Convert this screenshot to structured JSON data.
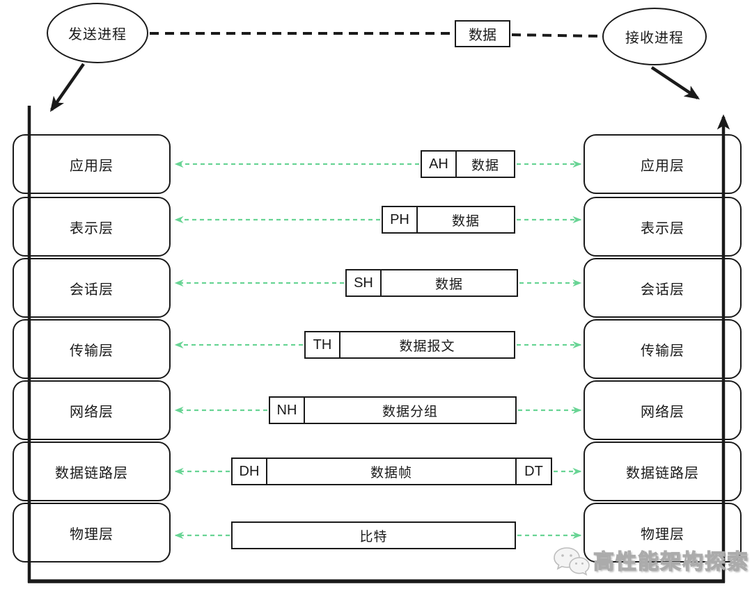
{
  "top": {
    "sender": "发送进程",
    "receiver": "接收进程",
    "data_box": "数据"
  },
  "layers_left": [
    "应用层",
    "表示层",
    "会话层",
    "传输层",
    "网络层",
    "数据链路层",
    "物理层"
  ],
  "layers_right": [
    "应用层",
    "表示层",
    "会话层",
    "传输层",
    "网络层",
    "数据链路层",
    "物理层"
  ],
  "pdu_rows": [
    {
      "header": "AH",
      "body": "数据"
    },
    {
      "header": "PH",
      "body": "数据"
    },
    {
      "header": "SH",
      "body": "数据"
    },
    {
      "header": "TH",
      "body": "数据报文"
    },
    {
      "header": "NH",
      "body": "数据分组"
    },
    {
      "header": "DH",
      "body": "数据帧",
      "trailer": "DT"
    },
    {
      "body": "比特"
    }
  ],
  "watermark": "高性能架构探索",
  "colors": {
    "arrow-green": "#68d494",
    "line-black": "#1a1a1a",
    "watermark-gray": "#ababab"
  }
}
